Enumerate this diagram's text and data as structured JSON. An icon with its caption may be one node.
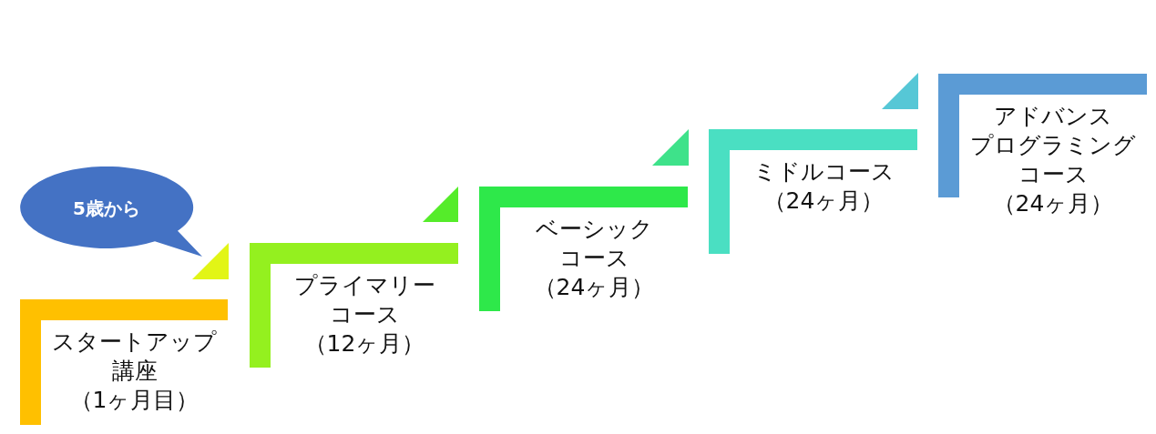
{
  "diagram": {
    "nodes": [
      {
        "text": [
          "5歳から"
        ]
      },
      {
        "text": [
          "スタートアップ講座",
          "（1ヶ月目）"
        ]
      },
      {
        "text": [
          "プライマリーコース",
          "（12ヶ月）"
        ]
      },
      {
        "text": [
          "ベーシックコース",
          "（24ヶ月）"
        ]
      },
      {
        "text": [
          "ミドルコース",
          "（24ヶ月）"
        ]
      },
      {
        "text": [
          "アドバンスプログラミングコース",
          "（24ヶ月）"
        ]
      }
    ]
  }
}
